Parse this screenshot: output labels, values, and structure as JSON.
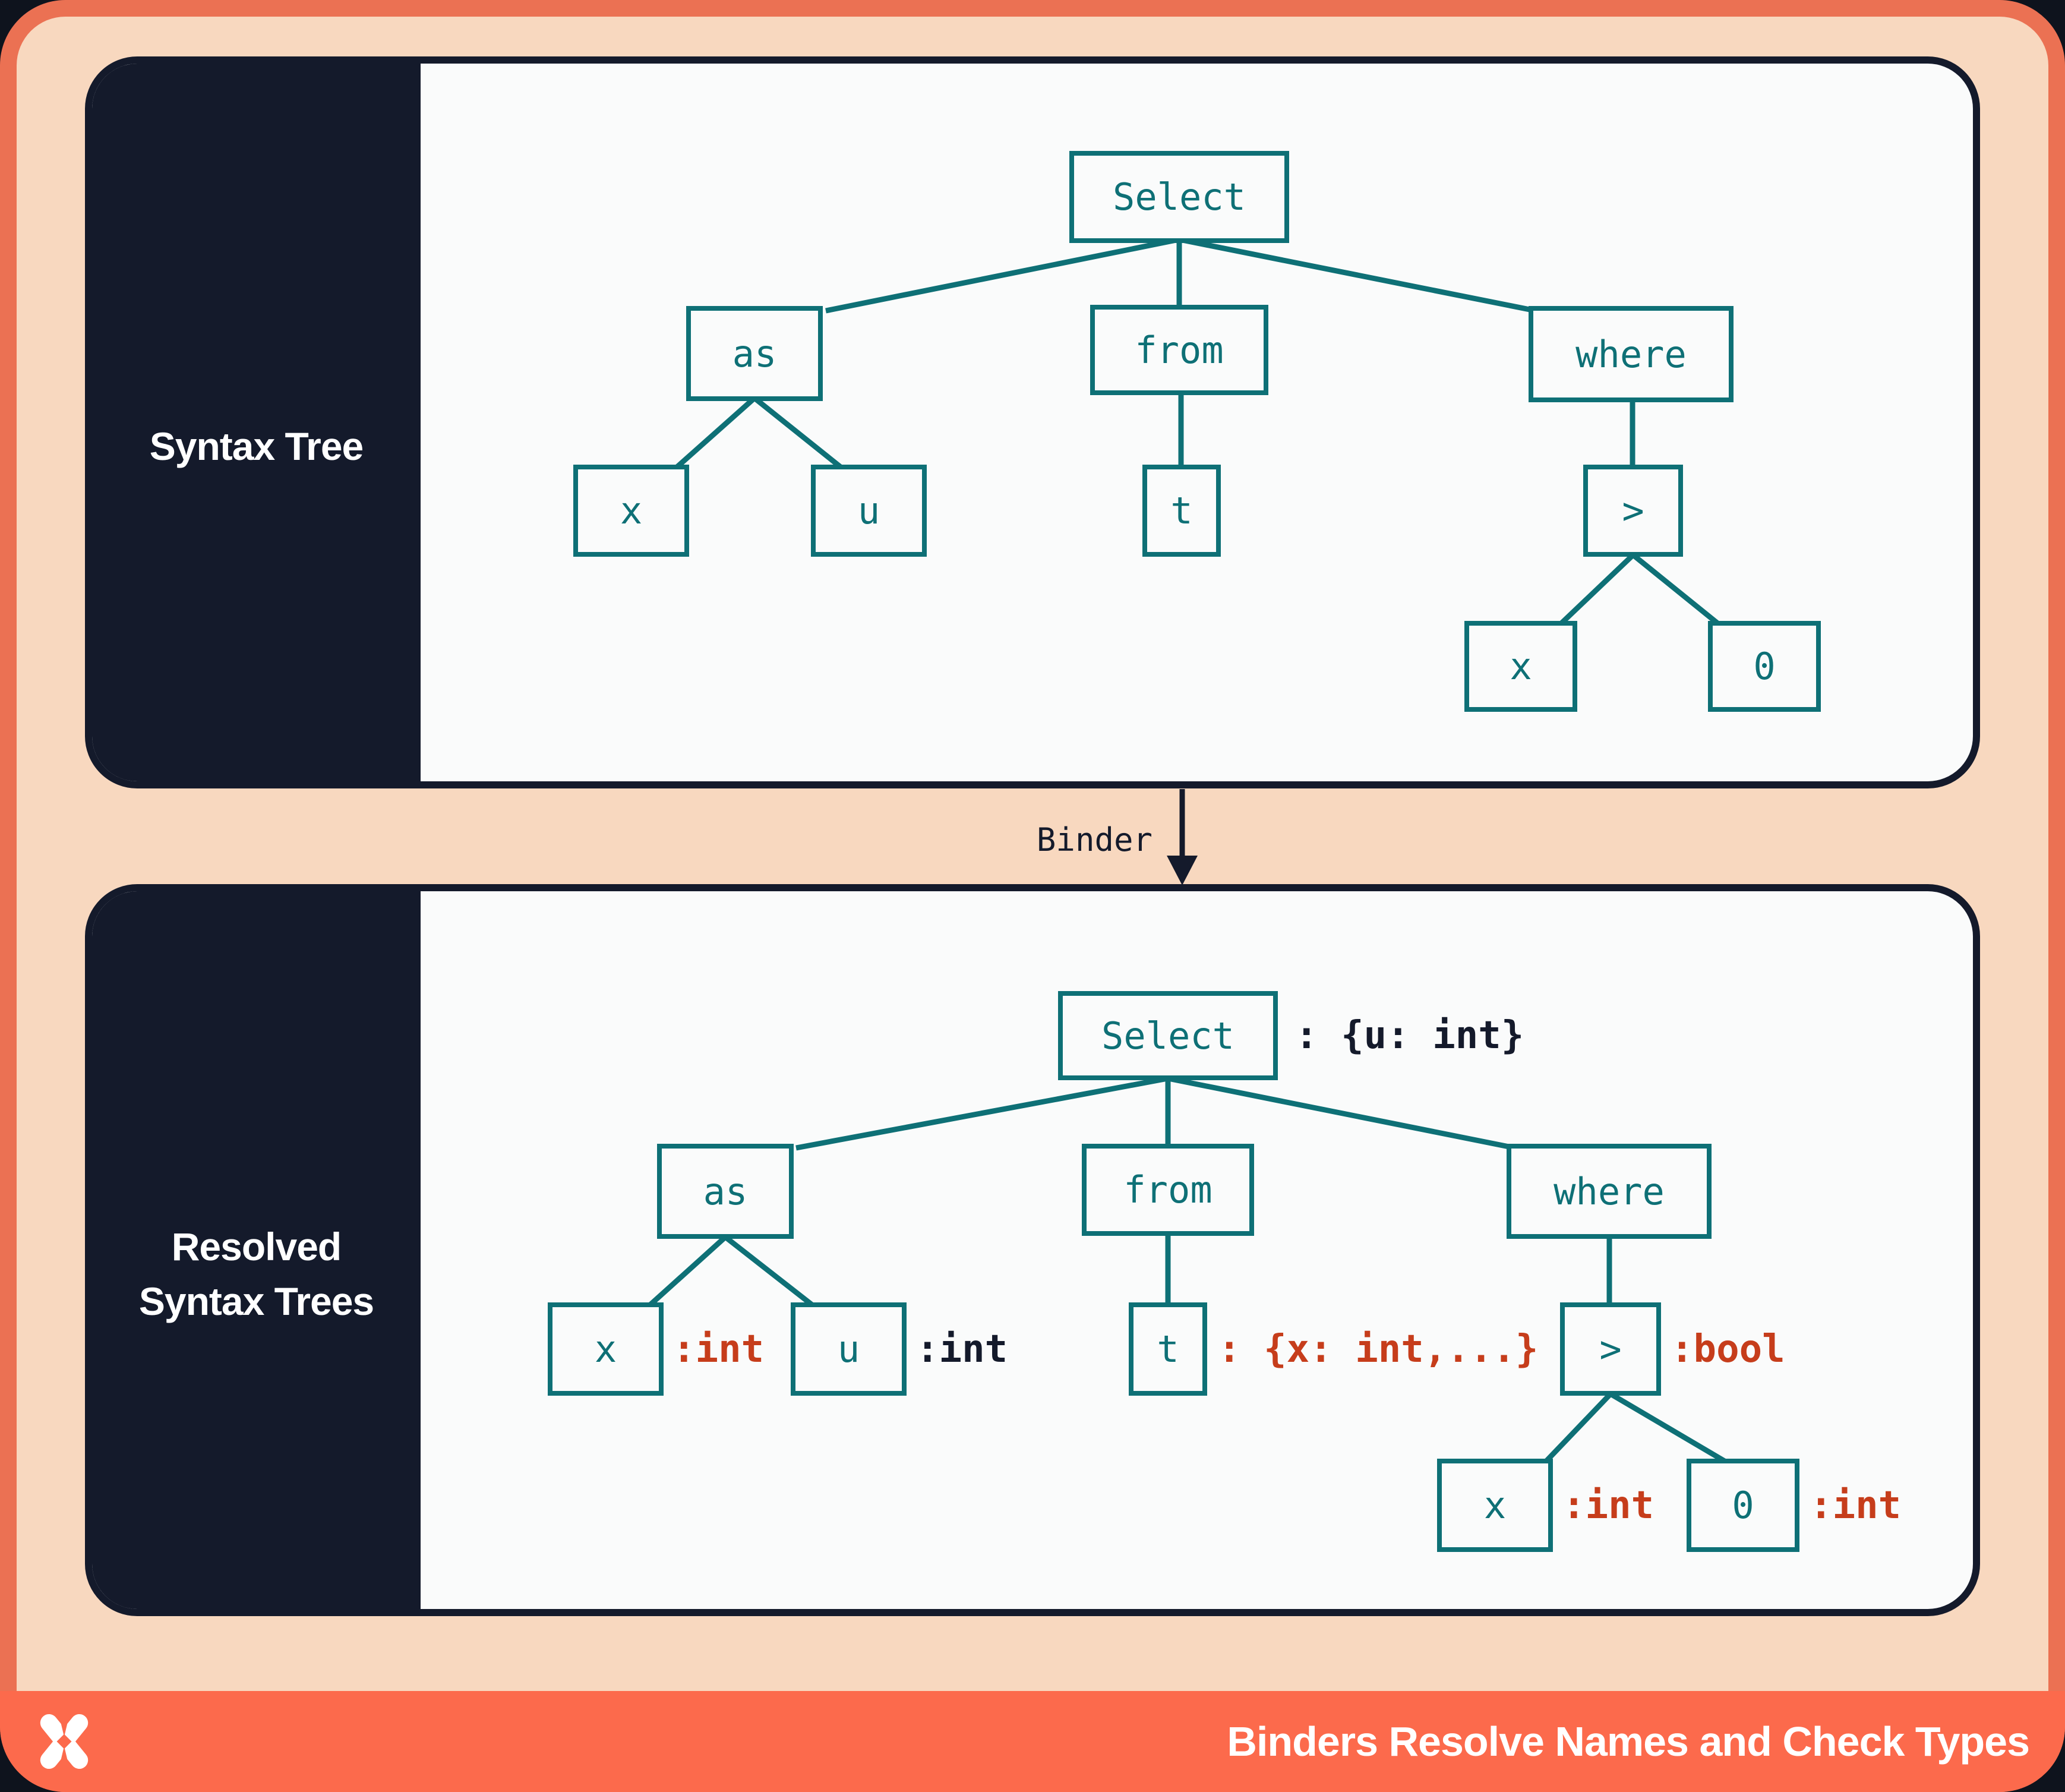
{
  "colors": {
    "teal": "#0E7076",
    "red": "#C63D1B",
    "ink": "#141A2B",
    "page-bg": "#0E131D",
    "panel-bg": "#FAFBFB",
    "peach": "#F8D8BF",
    "frame-coral": "#EB7153",
    "footer-coral": "#FC6A4C",
    "label-text": "#FFFFFF"
  },
  "panel1": {
    "label": "Syntax Tree",
    "nodes": {
      "select": "Select",
      "as": "as",
      "from": "from",
      "where": "where",
      "x1": "x",
      "u": "u",
      "t": "t",
      "gt": ">",
      "x2": "x",
      "zero": "0"
    }
  },
  "binder": {
    "label": "Binder"
  },
  "panel2": {
    "label_line1": "Resolved",
    "label_line2": "Syntax Trees",
    "nodes": {
      "select": "Select",
      "as": "as",
      "from": "from",
      "where": "where",
      "x1": "x",
      "u": "u",
      "t": "t",
      "gt": ">",
      "x2": "x",
      "zero": "0"
    },
    "annotations": {
      "select": ": {u: int}",
      "x1": ":int",
      "u": ":int",
      "t": ": {x: int,...}",
      "gt": ":bool",
      "x2": ":int",
      "zero": ":int"
    }
  },
  "footer": {
    "title": "Binders Resolve Names and Check Types"
  }
}
